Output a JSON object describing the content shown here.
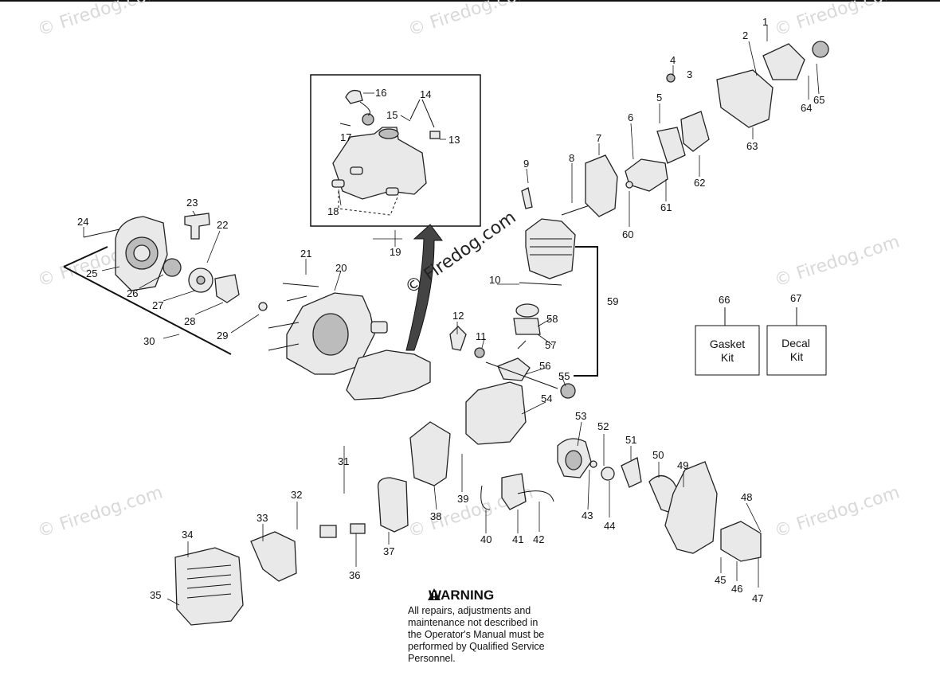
{
  "watermarks": [
    "© Firedog.com",
    "© Firedog.com",
    "© Firedog.com",
    "© Firedog.com",
    "© Firedog.com",
    "© Firedog.com",
    "© Firedog.com",
    "© Firedog.com"
  ],
  "center_watermark": "© Firedog.com",
  "part_numbers": [
    "1",
    "2",
    "3",
    "4",
    "5",
    "6",
    "7",
    "8",
    "9",
    "10",
    "11",
    "12",
    "13",
    "14",
    "15",
    "16",
    "17",
    "18",
    "19",
    "20",
    "21",
    "22",
    "23",
    "24",
    "25",
    "26",
    "27",
    "28",
    "29",
    "30",
    "31",
    "32",
    "33",
    "34",
    "35",
    "36",
    "37",
    "38",
    "39",
    "40",
    "41",
    "42",
    "43",
    "44",
    "45",
    "46",
    "47",
    "48",
    "49",
    "50",
    "51",
    "52",
    "53",
    "54",
    "55",
    "56",
    "57",
    "58",
    "59",
    "60",
    "61",
    "62",
    "63",
    "64",
    "65",
    "66",
    "67"
  ],
  "kits": [
    {
      "number": "66",
      "line1": "Gasket",
      "line2": "Kit"
    },
    {
      "number": "67",
      "line1": "Decal",
      "line2": "Kit"
    }
  ],
  "warning": {
    "title": "WARNING",
    "body": "All repairs, adjustments and\nmaintenance not described in\nthe Operator's Manual must be\nperformed by Qualified Service\nPersonnel."
  },
  "colors": {
    "ink": "#111111",
    "watermark": "#d9d9d9",
    "part_fill": "#e9e9e9",
    "part_shade": "#bcbcbc"
  }
}
